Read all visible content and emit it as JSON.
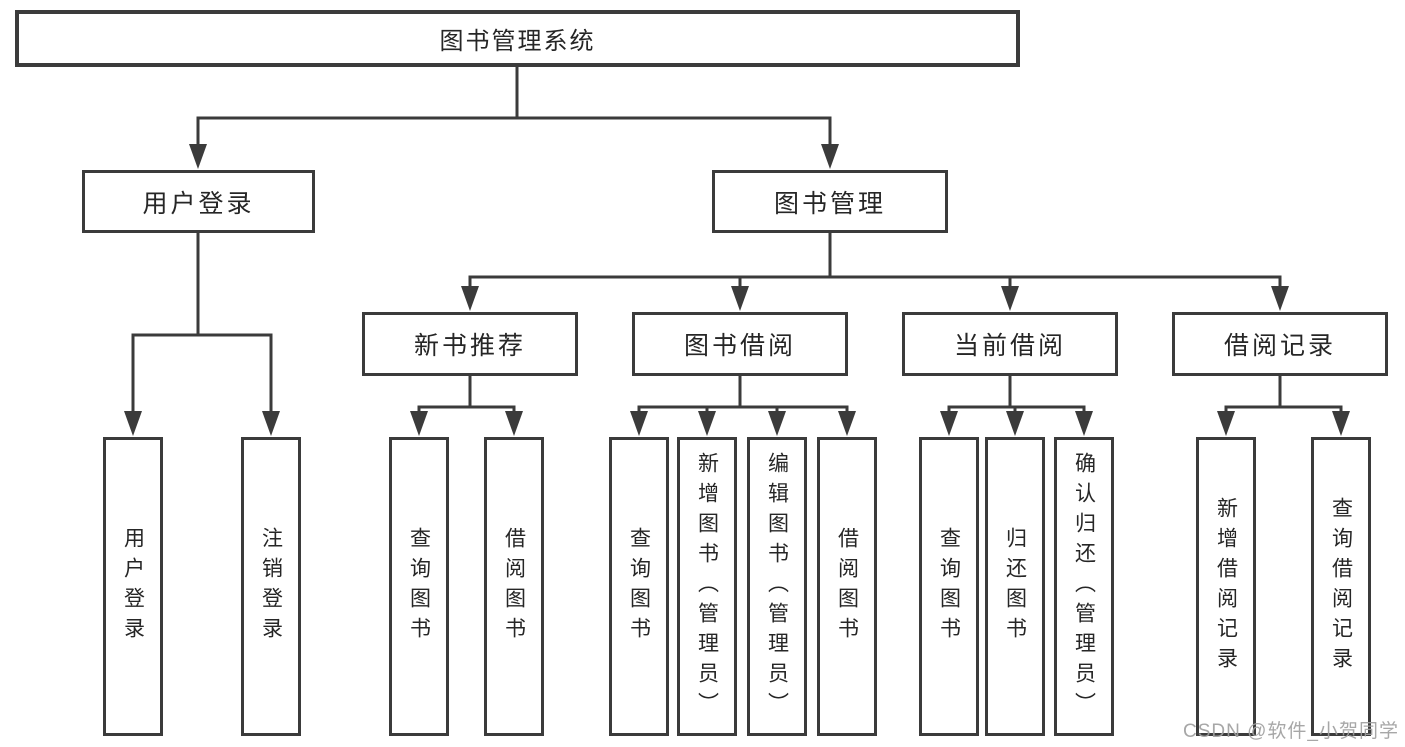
{
  "tree": {
    "label": "图书管理系统",
    "children": [
      {
        "label": "用户登录",
        "children": [
          {
            "label": "用户登录"
          },
          {
            "label": "注销登录"
          }
        ]
      },
      {
        "label": "图书管理",
        "children": [
          {
            "label": "新书推荐",
            "children": [
              {
                "label": "查询图书"
              },
              {
                "label": "借阅图书"
              }
            ]
          },
          {
            "label": "图书借阅",
            "children": [
              {
                "label": "查询图书"
              },
              {
                "label": "新增图书（管理员）"
              },
              {
                "label": "编辑图书（管理员）"
              },
              {
                "label": "借阅图书"
              }
            ]
          },
          {
            "label": "当前借阅",
            "children": [
              {
                "label": "查询图书"
              },
              {
                "label": "归还图书"
              },
              {
                "label": "确认归还（管理员）"
              }
            ]
          },
          {
            "label": "借阅记录",
            "children": [
              {
                "label": "新增借阅记录"
              },
              {
                "label": "查询借阅记录"
              }
            ]
          }
        ]
      }
    ]
  },
  "watermark": "CSDN @软件_小贺同学",
  "colors": {
    "line": "#3b3b3b",
    "text": "#262626",
    "watermark": "#a0a0a0",
    "background": "#ffffff"
  }
}
